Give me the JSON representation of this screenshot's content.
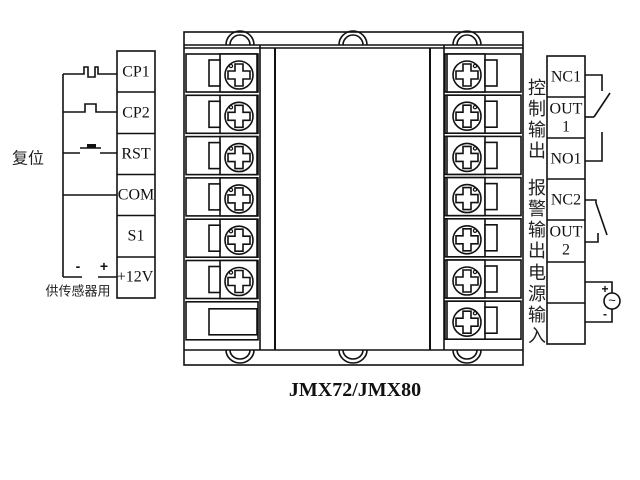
{
  "title": "JMX72/JMX80",
  "left_terminals": {
    "labels": [
      "CP1",
      "CP2",
      "RST",
      "COM",
      "S1",
      "+12V"
    ],
    "reset_label": "复位",
    "sensor_supply_label": "供传感器用",
    "minus": "-",
    "plus": "+"
  },
  "right_terminals": {
    "rows": [
      {
        "line1": "NC1",
        "line2": ""
      },
      {
        "line1": "OUT",
        "line2": "1"
      },
      {
        "line1": "NO1",
        "line2": ""
      },
      {
        "line1": "NC2",
        "line2": ""
      },
      {
        "line1": "OUT",
        "line2": "2"
      },
      {
        "line1": "",
        "line2": ""
      },
      {
        "line1": "",
        "line2": ""
      }
    ],
    "groups": [
      {
        "label": "控制输出",
        "chars": [
          "控",
          "制",
          "输",
          "出"
        ]
      },
      {
        "label": "报警输出",
        "chars": [
          "报",
          "警",
          "输",
          "出"
        ]
      },
      {
        "label": "电源输入",
        "chars": [
          "电",
          "源",
          "输",
          "入"
        ]
      }
    ],
    "power_plus": "+",
    "power_minus": "-",
    "power_symbol": "~"
  },
  "device": {
    "left_screw_terminals": 6,
    "left_blank_slots": 1,
    "right_screw_terminals": 7
  }
}
